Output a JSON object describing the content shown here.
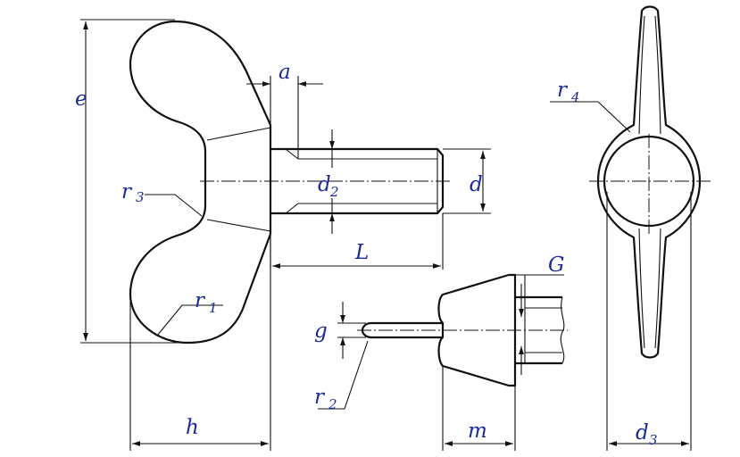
{
  "labels": {
    "e": "e",
    "a": "a",
    "d2": "d",
    "d2_sub": "2",
    "d": "d",
    "L": "L",
    "r3": "r",
    "r3_sub": "3",
    "r1": "r",
    "r1_sub": "1",
    "h": "h",
    "G": "G",
    "g": "g",
    "r2": "r",
    "r2_sub": "2",
    "m": "m",
    "r4": "r",
    "r4_sub": "4",
    "d3": "d",
    "d3_sub": "3"
  },
  "colors": {
    "label": "#1c2a99",
    "line": "#111111",
    "background": "#ffffff"
  }
}
